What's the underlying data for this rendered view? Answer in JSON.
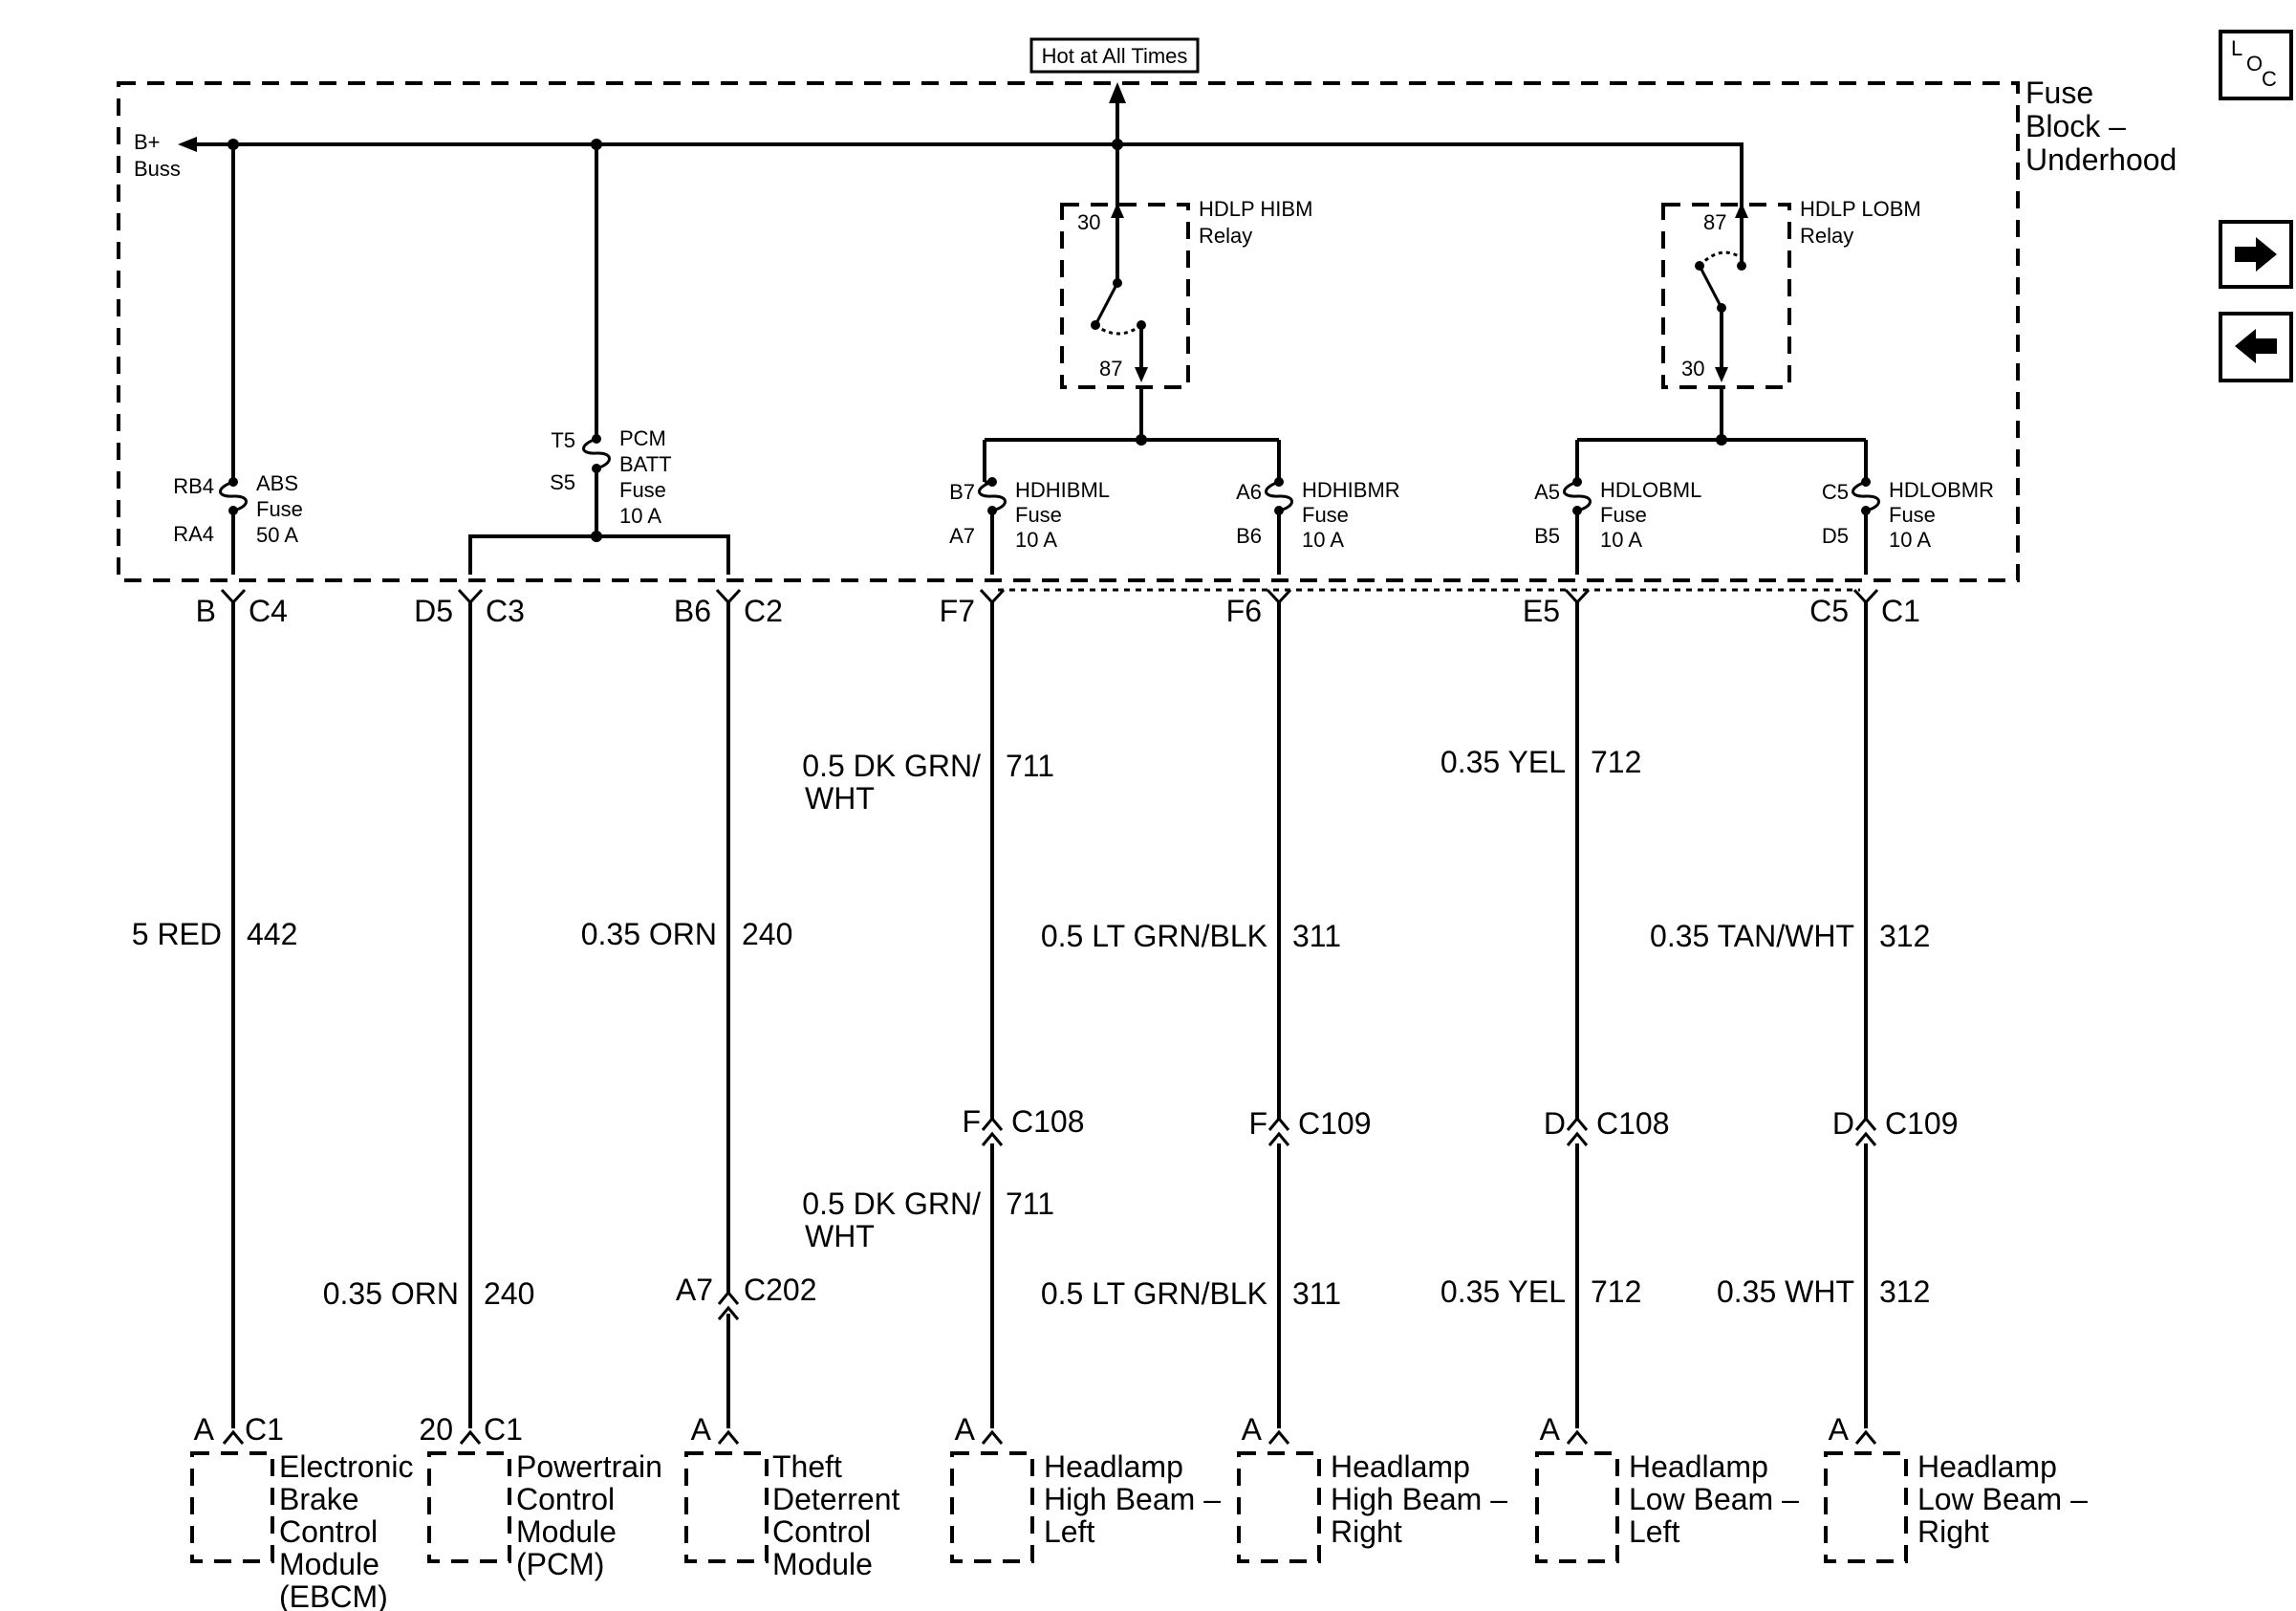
{
  "header": {
    "hot_label": "Hot at All Times"
  },
  "fuse_block": {
    "line1": "Fuse",
    "line2": "Block –",
    "line3": "Underhood"
  },
  "buss": {
    "line1": "B+",
    "line2": "Buss"
  },
  "nav": {
    "loc_l": "L",
    "loc_o": "O",
    "loc_c": "C",
    "next_icon": "arrow-right",
    "prev_icon": "arrow-left"
  },
  "relays": {
    "hibm": {
      "name": "HDLP HIBM",
      "sub": "Relay",
      "pin_top": "30",
      "pin_bottom": "87"
    },
    "lobm": {
      "name": "HDLP LOBM",
      "sub": "Relay",
      "pin_top": "87",
      "pin_bottom": "30"
    }
  },
  "fuses": {
    "abs": {
      "pin_top": "RB4",
      "pin_bottom": "RA4",
      "l1": "ABS",
      "l2": "Fuse",
      "l3": "50 A"
    },
    "pcm": {
      "pin_top": "T5",
      "pin_bottom": "S5",
      "l1": "PCM",
      "l2": "BATT",
      "l3": "Fuse",
      "l4": "10 A"
    },
    "hdhibml": {
      "pin_top": "B7",
      "pin_bottom": "A7",
      "l1": "HDHIBML",
      "l2": "Fuse",
      "l3": "10 A"
    },
    "hdhibmr": {
      "pin_top": "A6",
      "pin_bottom": "B6",
      "l1": "HDHIBMR",
      "l2": "Fuse",
      "l3": "10 A"
    },
    "hdlobml": {
      "pin_top": "A5",
      "pin_bottom": "B5",
      "l1": "HDLOBML",
      "l2": "Fuse",
      "l3": "10 A"
    },
    "hdlobmr": {
      "pin_top": "C5",
      "pin_bottom": "D5",
      "l1": "HDLOBMR",
      "l2": "Fuse",
      "l3": "10 A"
    }
  },
  "fuse_block_connectors": {
    "c4_pin": "B",
    "c4_name": "C4",
    "c3_pin": "D5",
    "c3_name": "C3",
    "c2_pin": "B6",
    "c2_name": "C2",
    "c1_pin_f7": "F7",
    "c1_pin_f6": "F6",
    "c1_pin_e5": "E5",
    "c1_pin_c5": "C5",
    "c1_name": "C1"
  },
  "wires": {
    "w442": {
      "spec": "5 RED",
      "circuit": "442"
    },
    "w240a": {
      "spec": "0.35 ORN",
      "circuit": "240"
    },
    "w240b": {
      "spec": "0.35 ORN",
      "circuit": "240"
    },
    "w711a": {
      "spec1": "0.5 DK GRN/",
      "spec2": "WHT",
      "circuit": "711"
    },
    "w711b": {
      "spec1": "0.5 DK GRN/",
      "spec2": "WHT",
      "circuit": "711"
    },
    "w311a": {
      "spec": "0.5 LT GRN/BLK",
      "circuit": "311"
    },
    "w311b": {
      "spec": "0.5 LT GRN/BLK",
      "circuit": "311"
    },
    "w712a": {
      "spec": "0.35 YEL",
      "circuit": "712"
    },
    "w712b": {
      "spec": "0.35 YEL",
      "circuit": "712"
    },
    "w312a": {
      "spec": "0.35 TAN/WHT",
      "circuit": "312"
    },
    "w312b": {
      "spec": "0.35 WHT",
      "circuit": "312"
    }
  },
  "inline_connectors": {
    "c202": {
      "pin": "A7",
      "name": "C202"
    },
    "c108_hl": {
      "pin": "F",
      "name": "C108"
    },
    "c109_hr": {
      "pin": "F",
      "name": "C109"
    },
    "c108_ll": {
      "pin": "D",
      "name": "C108"
    },
    "c109_lr": {
      "pin": "D",
      "name": "C109"
    }
  },
  "components": {
    "ebcm": {
      "pin": "A",
      "conn": "C1",
      "l1": "Electronic",
      "l2": "Brake",
      "l3": "Control",
      "l4": "Module",
      "l5": "(EBCM)"
    },
    "pcm": {
      "pin": "20",
      "conn": "C1",
      "l1": "Powertrain",
      "l2": "Control",
      "l3": "Module",
      "l4": "(PCM)"
    },
    "theft": {
      "pin": "A",
      "l1": "Theft",
      "l2": "Deterrent",
      "l3": "Control",
      "l4": "Module"
    },
    "hbl": {
      "pin": "A",
      "l1": "Headlamp",
      "l2": "High Beam –",
      "l3": "Left"
    },
    "hbr": {
      "pin": "A",
      "l1": "Headlamp",
      "l2": "High Beam –",
      "l3": "Right"
    },
    "lbl": {
      "pin": "A",
      "l1": "Headlamp",
      "l2": "Low Beam –",
      "l3": "Left"
    },
    "lbr": {
      "pin": "A",
      "l1": "Headlamp",
      "l2": "Low Beam –",
      "l3": "Right"
    }
  }
}
